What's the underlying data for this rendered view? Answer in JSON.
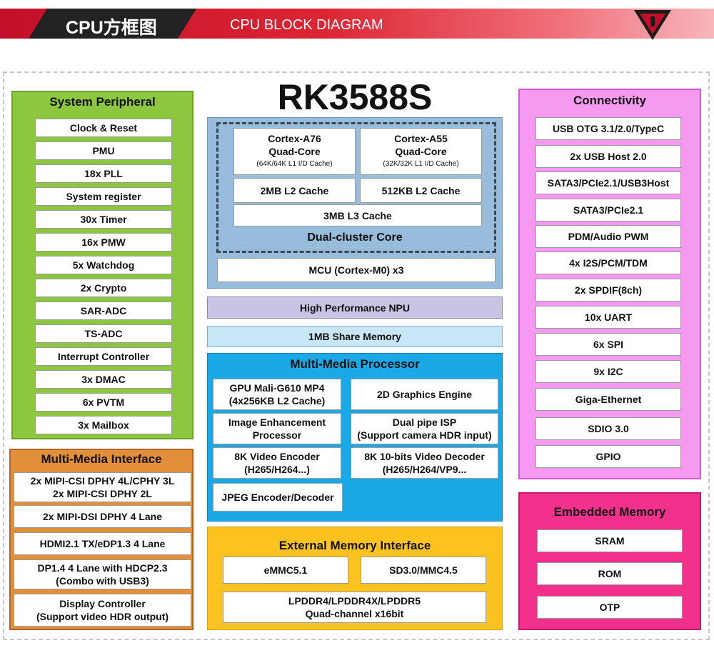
{
  "header": {
    "title_cn": "CPU方框图",
    "title_en": "CPU BLOCK DIAGRAM"
  },
  "chip_name": "RK3588S",
  "system_peripheral": {
    "title": "System Peripheral",
    "items": [
      "Clock & Reset",
      "PMU",
      "18x PLL",
      "System register",
      "30x Timer",
      "16x PMW",
      "5x Watchdog",
      "2x Crypto",
      "SAR-ADC",
      "TS-ADC",
      "Interrupt Controller",
      "3x DMAC",
      "6x PVTM",
      "3x Mailbox"
    ]
  },
  "mm_interface": {
    "title": "Multi-Media Interface",
    "items": [
      [
        "2x MIPI-CSI DPHY 4L/CPHY 3L",
        "2x MIPI-CSI DPHY 2L"
      ],
      [
        "2x MIPI-DSI DPHY 4 Lane"
      ],
      [
        "HDMI2.1 TX/eDP1.3 4 Lane"
      ],
      [
        "DP1.4 4 Lane with HDCP2.3",
        "(Combo with USB3)"
      ],
      [
        "Display Controller",
        "(Support video HDR output)"
      ]
    ]
  },
  "core": {
    "a76": {
      "name": "Cortex-A76",
      "cores": "Quad-Core",
      "cache": "(64K/64K L1 I/D Cache)",
      "l2": "2MB L2 Cache"
    },
    "a55": {
      "name": "Cortex-A55",
      "cores": "Quad-Core",
      "cache": "(32K/32K L1 I/D Cache)",
      "l2": "512KB L2 Cache"
    },
    "l3": "3MB L3 Cache",
    "label": "Dual-cluster Core",
    "mcu": "MCU (Cortex-M0) x3"
  },
  "npu": "High Performance NPU",
  "share_memory": "1MB Share Memory",
  "mm_processor": {
    "title": "Multi-Media Processor",
    "items": [
      [
        "GPU Mali-G610 MP4",
        "(4x256KB L2 Cache)"
      ],
      [
        "2D Graphics Engine"
      ],
      [
        "Image Enhancement",
        "Processor"
      ],
      [
        "Dual pipe ISP",
        "(Support camera HDR input)"
      ],
      [
        "8K Video Encoder",
        "(H265/H264...)"
      ],
      [
        "8K 10-bits Video Decoder",
        "(H265/H264/VP9..."
      ],
      [
        "JPEG Encoder/Decoder"
      ]
    ]
  },
  "ext_memory": {
    "title": "External Memory Interface",
    "items": [
      [
        "eMMC5.1"
      ],
      [
        "SD3.0/MMC4.5"
      ],
      [
        "LPDDR4/LPDDR4X/LPDDR5",
        "Quad-channel x16bit"
      ]
    ]
  },
  "connectivity": {
    "title": "Connectivity",
    "items": [
      "USB OTG 3.1/2.0/TypeC",
      "2x USB Host 2.0",
      "SATA3/PCIe2.1/USB3Host",
      "SATA3/PCIe2.1",
      "PDM/Audio PWM",
      "4x I2S/PCM/TDM",
      "2x SPDIF(8ch)",
      "10x UART",
      "6x SPI",
      "9x I2C",
      "Giga-Ethernet",
      "SDIO 3.0",
      "GPIO"
    ]
  },
  "embedded_memory": {
    "title": "Embedded Memory",
    "items": [
      "SRAM",
      "ROM",
      "OTP"
    ]
  },
  "colors": {
    "header_red": "#dc2533",
    "peripheral_green": "#8dc63f",
    "mm_interface_orange": "#e28f3a",
    "core_blue": "#98bcdb",
    "npu_lavender": "#c9c4e3",
    "share_mem_lightblue": "#c9e6f6",
    "mm_processor_cyan": "#1ba8e6",
    "ext_memory_yellow": "#fbc220",
    "connectivity_pink": "#f59af0",
    "embedded_memory_magenta": "#f3308c"
  }
}
